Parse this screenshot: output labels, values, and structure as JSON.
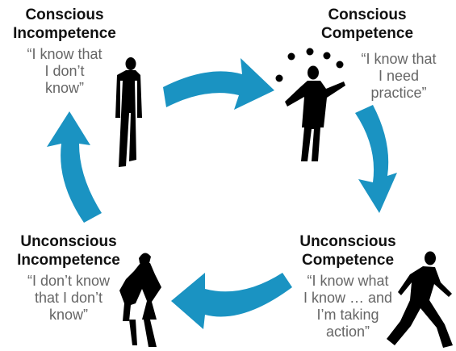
{
  "diagram": {
    "arrow_color": "#1a93c2",
    "figure_color": "#000000",
    "quadrants": [
      {
        "id": "conscious-incompetence",
        "title_lines": [
          "Conscious",
          "Incompetence"
        ],
        "quote_lines": [
          "“I know that",
          "I don’t",
          "know”"
        ],
        "figure": "standing-man-icon"
      },
      {
        "id": "conscious-competence",
        "title_lines": [
          "Conscious",
          "Competence"
        ],
        "quote_lines": [
          "“I know that",
          "I need",
          "practice”"
        ],
        "figure": "juggling-man-icon"
      },
      {
        "id": "unconscious-competence",
        "title_lines": [
          "Unconscious",
          "Competence"
        ],
        "quote_lines": [
          "“I know what",
          "I know … and",
          "I’m taking",
          "action”"
        ],
        "figure": "walking-man-icon"
      },
      {
        "id": "unconscious-incompetence",
        "title_lines": [
          "Unconscious",
          "Incompetence"
        ],
        "quote_lines": [
          "“I don’t know",
          "that I don’t",
          "know”"
        ],
        "figure": "woman-hands-on-hips-icon"
      }
    ]
  }
}
